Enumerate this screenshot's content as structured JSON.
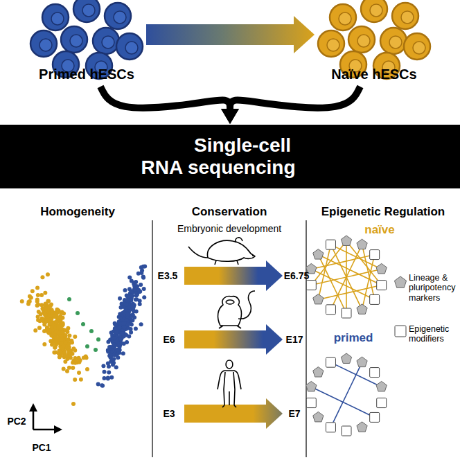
{
  "diagram": {
    "nodes": [
      {
        "text": [
          "Primed hESCs"
        ]
      },
      {
        "text": [
          "Naïve hESCs"
        ]
      },
      {
        "text": [
          "Single-cell RNA sequencing"
        ]
      }
    ],
    "edges": [
      {
        "from": 0,
        "to": 1,
        "arrow": "to"
      },
      {
        "from": 0,
        "to": 2,
        "arrow": "to"
      },
      {
        "from": 1,
        "to": 2,
        "arrow": "to"
      }
    ],
    "labels": [
      "Homogeneity",
      "Conservation",
      "Epigenetic Regulation",
      "PC2",
      "PC1",
      "Embryonic development",
      "E3.5",
      "E6.75",
      "E6",
      "E17",
      "E3",
      "E7",
      "naïve",
      "primed"
    ],
    "legend": [
      {
        "text": "Lineage & pluripotency markers"
      },
      {
        "text": "Epigenetic modifiers"
      }
    ]
  }
}
